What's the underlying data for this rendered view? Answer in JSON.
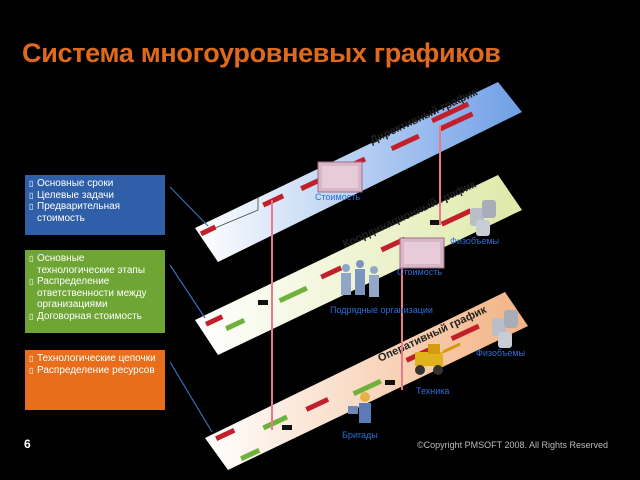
{
  "title": "Система многоуровневых графиков",
  "levels": {
    "directive": "Директивный график",
    "coordination": "Координационный график",
    "operational": "Оперативный график"
  },
  "boxes": {
    "box1": [
      "Основные сроки",
      "Целевые задачи",
      "Предварительная стоимость"
    ],
    "box2": [
      "Основные технологические этапы",
      "Распределение ответственности между организациями",
      "Договорная стоимость"
    ],
    "box3": [
      "Технологические цепочки",
      "Распределение ресурсов"
    ]
  },
  "labels": {
    "cost1": "Стоимость",
    "cost2": "Стоимость",
    "volumes1": "Физобъемы",
    "volumes2": "Физобъемы",
    "contractors": "Подрядные организации",
    "machinery": "Техника",
    "crews": "Бригады"
  },
  "footer": {
    "page": "6",
    "copyright": "©Copyright PMSOFT 2008. All Rights Reserved"
  },
  "colors": {
    "title": "#e06a1b",
    "box1": "#2f5fa8",
    "box2": "#6ea535",
    "box3": "#e86e1c",
    "label": "#2a6ed8"
  }
}
